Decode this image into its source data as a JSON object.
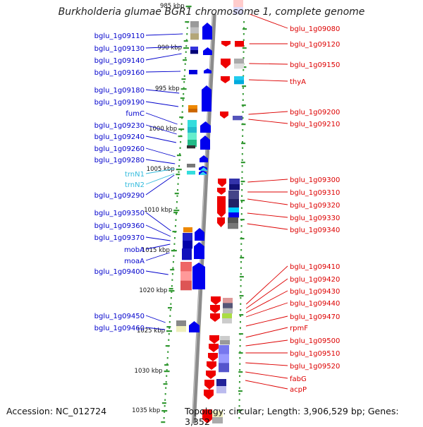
{
  "title": "Burkholderia glumae BGR1 chromosome 1, complete genome",
  "footer": {
    "accession": "Accession: NC_012724",
    "topology": "Topology: circular; Length: 3,906,529 bp; Genes: 3,352"
  },
  "colors": {
    "left_label": "#0000cc",
    "rna_label": "#33bbdd",
    "right_label": "#dd0000",
    "backbone": "#8c8c8c",
    "ruler_dot": "#339933",
    "forward_arrow": "#0000ee",
    "reverse_arrow": "#ee0000"
  },
  "ruler": [
    {
      "label": "985 kbp"
    },
    {
      "label": "990 kbp"
    },
    {
      "label": "995 kbp"
    },
    {
      "label": "1000 kbp"
    },
    {
      "label": "1005 kbp"
    },
    {
      "label": "1010 kbp"
    },
    {
      "label": "1015 kbp"
    },
    {
      "label": "1020 kbp"
    },
    {
      "label": "1025 kbp"
    },
    {
      "label": "1030 kbp"
    },
    {
      "label": "1035 kbp"
    }
  ],
  "left_genes": [
    {
      "label": "bglu_1g09110",
      "kind": "cds"
    },
    {
      "label": "bglu_1g09130",
      "kind": "cds"
    },
    {
      "label": "bglu_1g09140",
      "kind": "cds"
    },
    {
      "label": "bglu_1g09160",
      "kind": "cds"
    },
    {
      "label": "bglu_1g09180",
      "kind": "cds"
    },
    {
      "label": "bglu_1g09190",
      "kind": "cds"
    },
    {
      "label": "fumC",
      "kind": "cds"
    },
    {
      "label": "bglu_1g09230",
      "kind": "cds"
    },
    {
      "label": "bglu_1g09240",
      "kind": "cds"
    },
    {
      "label": "bglu_1g09260",
      "kind": "cds"
    },
    {
      "label": "bglu_1g09280",
      "kind": "cds"
    },
    {
      "label": "trnN1",
      "kind": "rna"
    },
    {
      "label": "trnN2",
      "kind": "rna"
    },
    {
      "label": "bglu_1g09290",
      "kind": "cds"
    },
    {
      "label": "bglu_1g09350",
      "kind": "cds"
    },
    {
      "label": "bglu_1g09360",
      "kind": "cds"
    },
    {
      "label": "bglu_1g09370",
      "kind": "cds"
    },
    {
      "label": "mobA",
      "kind": "cds"
    },
    {
      "label": "moaA",
      "kind": "cds"
    },
    {
      "label": "bglu_1g09400",
      "kind": "cds"
    },
    {
      "label": "bglu_1g09450",
      "kind": "cds"
    },
    {
      "label": "bglu_1g09460",
      "kind": "cds"
    }
  ],
  "right_genes": [
    {
      "label": "bglu_1g09080"
    },
    {
      "label": "bglu_1g09120"
    },
    {
      "label": "bglu_1g09150"
    },
    {
      "label": "thyA"
    },
    {
      "label": "bglu_1g09200"
    },
    {
      "label": "bglu_1g09210"
    },
    {
      "label": "bglu_1g09300"
    },
    {
      "label": "bglu_1g09310"
    },
    {
      "label": "bglu_1g09320"
    },
    {
      "label": "bglu_1g09330"
    },
    {
      "label": "bglu_1g09340"
    },
    {
      "label": "bglu_1g09410"
    },
    {
      "label": "bglu_1g09420"
    },
    {
      "label": "bglu_1g09430"
    },
    {
      "label": "bglu_1g09440"
    },
    {
      "label": "bglu_1g09470"
    },
    {
      "label": "rpmF"
    },
    {
      "label": "bglu_1g09500"
    },
    {
      "label": "bglu_1g09510"
    },
    {
      "label": "bglu_1g09520"
    },
    {
      "label": "fabG"
    },
    {
      "label": "acpP"
    }
  ]
}
